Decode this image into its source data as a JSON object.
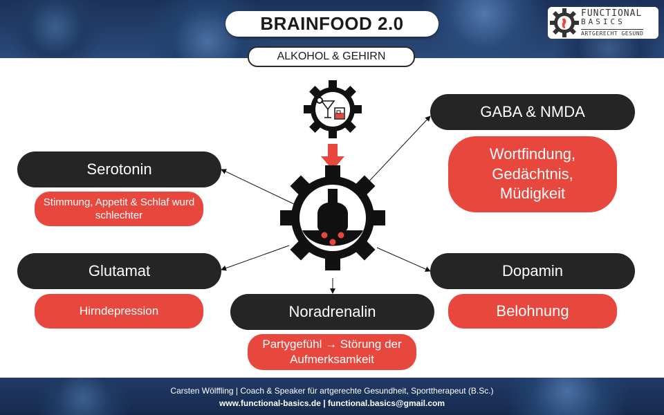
{
  "header": {
    "title": "BRAINFOOD 2.0",
    "subtitle": "ALKOHOL & GEHIRN",
    "logo": {
      "line1": "FUNCTIONAL",
      "line2": "BASICS",
      "line3": "ARTGERECHT GESUND"
    }
  },
  "nodes": {
    "serotonin": {
      "label": "Serotonin",
      "effect": "Stimmung, Appetit & Schlaf wurd schlechter"
    },
    "glutamat": {
      "label": "Glutamat",
      "effect": "Hirndepression"
    },
    "noradrenalin": {
      "label": "Noradrenalin",
      "effect": "Partygefühl → Störung der Aufmerksamkeit"
    },
    "gaba_nmda": {
      "label": "GABA & NMDA",
      "effect": "Wortfindung, Gedächtnis, Müdigkeit"
    },
    "dopamin": {
      "label": "Dopamin",
      "effect": "Belohnung"
    }
  },
  "footer": {
    "line1": "Carsten Wölffling | Coach & Speaker für artgerechte Gesundheit, Sporttherapeut (B.Sc.)",
    "line2": "www.functional-basics.de | functional.basics@gmail.com"
  },
  "colors": {
    "accent": "#e8473e",
    "node_bg": "#252525",
    "band": "#1f3a63"
  }
}
